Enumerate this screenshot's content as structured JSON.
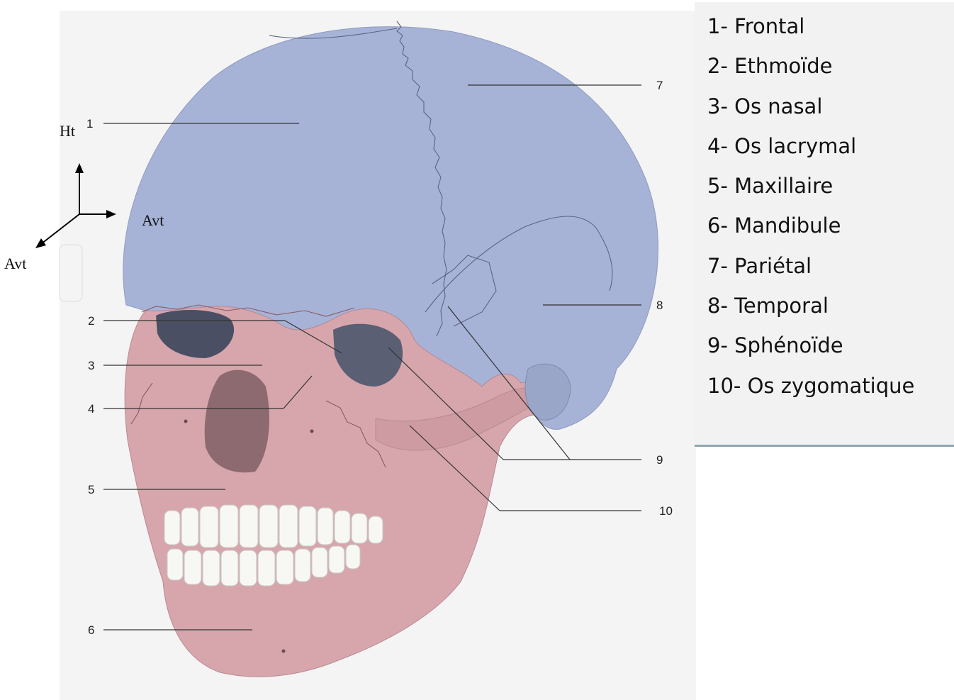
{
  "legend": [
    "1- Frontal",
    "2- Ethmoïde",
    "3- Os nasal",
    "4- Os lacrymal",
    "5- Maxillaire",
    "6- Mandibule",
    "7- Pariétal",
    "8- Temporal",
    "9- Sphénoïde",
    "10- Os zygomatique"
  ],
  "callouts": [
    "1",
    "2",
    "3",
    "4",
    "5",
    "6",
    "7",
    "8",
    "9",
    "10"
  ],
  "axes": {
    "up": "Ht",
    "forward": "Avt",
    "lateral": "Avt"
  },
  "colors": {
    "cranium": "#a6b3d7",
    "face": "#d7a6ad",
    "teeth": "#f7f7f3",
    "legend_bg": "#f2f2f2",
    "legend_border": "#8fa6b0"
  }
}
